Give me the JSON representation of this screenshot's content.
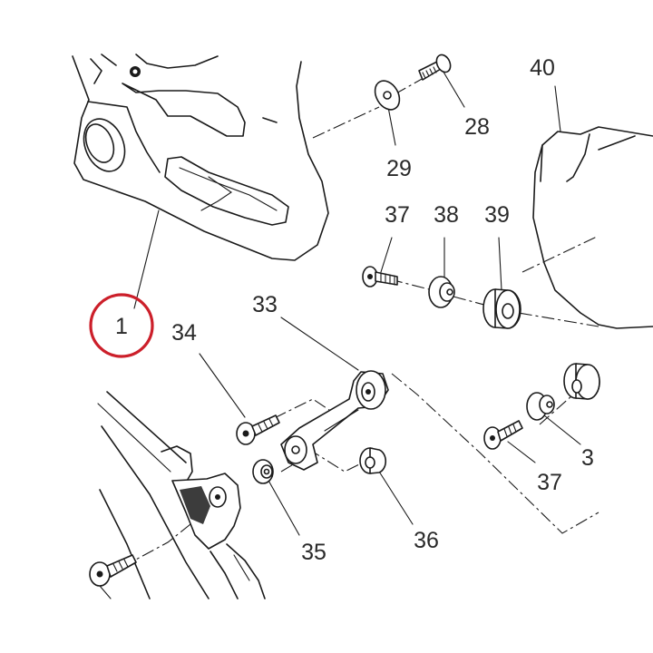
{
  "highlight_color": "#cc1f2a",
  "labels": {
    "p1": "1",
    "p28": "28",
    "p29": "29",
    "p33": "33",
    "p34": "34",
    "p35": "35",
    "p36": "36",
    "p37a": "37",
    "p37b": "37",
    "p38": "38",
    "p39": "39",
    "p3x": "3",
    "p40": "40"
  }
}
